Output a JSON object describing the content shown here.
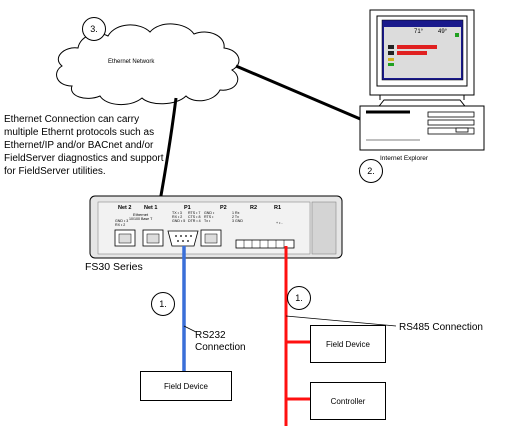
{
  "cloud": {
    "label": "Ethernet Network"
  },
  "callouts": [
    "3.",
    "2.",
    "1.",
    "1."
  ],
  "ethernet_note": "Ethernet Connection can carry multiple Ethernt protocols such as Ethernet/IP and/or BACnet and/or FieldServer diagnostics and support for FieldServer utilities.",
  "pc": {
    "label": "Internet Explorer",
    "screen_values": [
      "71°",
      "49°"
    ]
  },
  "gateway": {
    "series_label": "FS30 Series",
    "ports": [
      "Net 2",
      "Net 1",
      "P1",
      "P2",
      "R2",
      "R1"
    ],
    "eth_text_1": "Ethernet",
    "eth_text_2": "10/100 Base T"
  },
  "connections": {
    "rs232": "RS232 Connection",
    "rs485": "RS485 Connection"
  },
  "devices": {
    "rs232_device": "Field Device",
    "rs485_device": "Field Device",
    "controller": "Controller"
  },
  "colors": {
    "rs232_line": "#3a6fd8",
    "rs485_line": "#ff1010",
    "ethernet_line": "#000000"
  }
}
